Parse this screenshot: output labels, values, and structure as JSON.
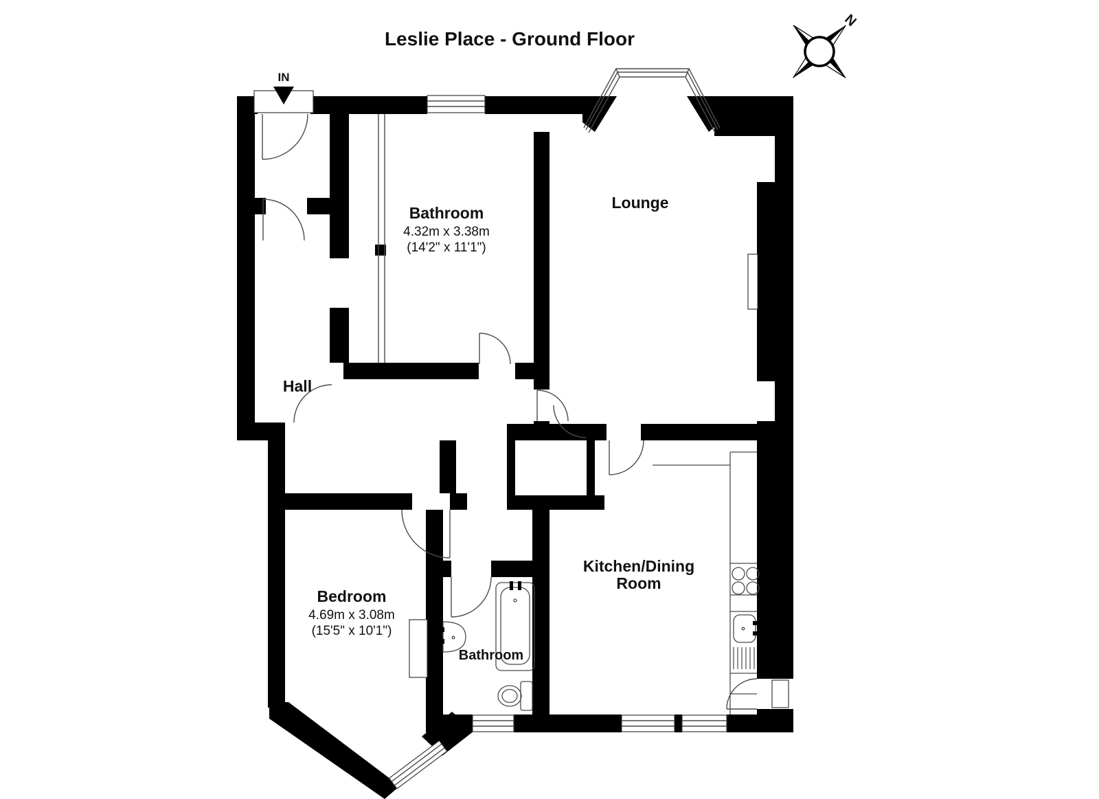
{
  "title": "Leslie Place - Ground Floor",
  "compass": {
    "north_label": "N"
  },
  "entrance": {
    "label": "IN"
  },
  "rooms": {
    "bathroom_main": {
      "name": "Bathroom",
      "dimensions_metric": "4.32m x 3.38m",
      "dimensions_imperial": "(14'2\" x 11'1\")"
    },
    "lounge": {
      "name": "Lounge"
    },
    "hall": {
      "name": "Hall"
    },
    "bedroom": {
      "name": "Bedroom",
      "dimensions_metric": "4.69m x 3.08m",
      "dimensions_imperial": "(15'5\" x 10'1\")"
    },
    "bathroom_small": {
      "name": "Bathroom"
    },
    "kitchen": {
      "name": "Kitchen/Dining Room",
      "name_line1": "Kitchen/Dining",
      "name_line2": "Room"
    }
  },
  "colors": {
    "wall": "#000000",
    "background": "#ffffff",
    "detail_line": "#4a4a4a",
    "text": "#111111"
  }
}
